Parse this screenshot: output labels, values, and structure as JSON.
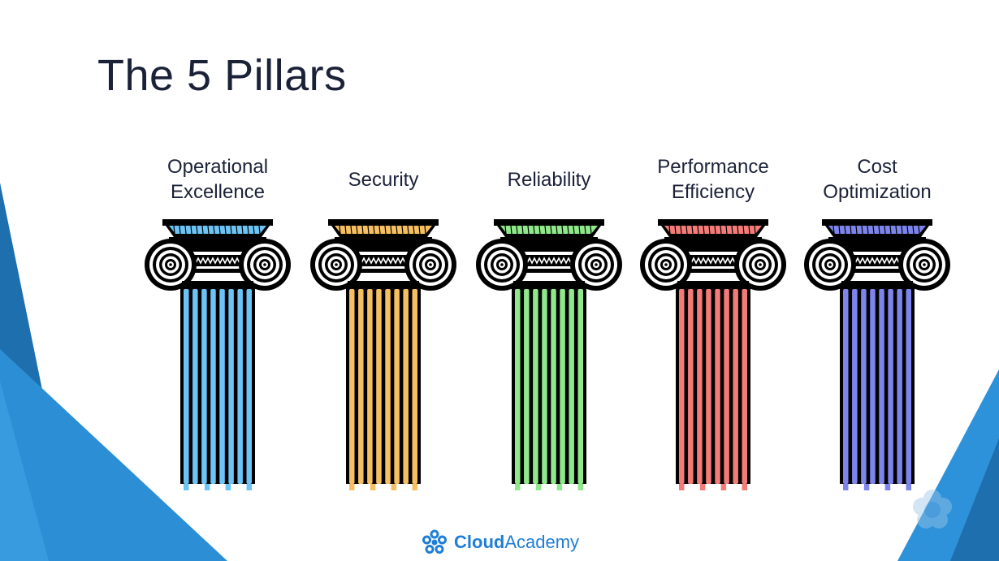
{
  "slide": {
    "title": "The 5 Pillars"
  },
  "pillars": [
    {
      "label": "Operational\nExcellence",
      "color": "#6cc3f5"
    },
    {
      "label": "Security",
      "color": "#f6bf62"
    },
    {
      "label": "Reliability",
      "color": "#8fe88a"
    },
    {
      "label": "Performance\nEfficiency",
      "color": "#f57b78"
    },
    {
      "label": "Cost\nOptimization",
      "color": "#7d84ec"
    }
  ],
  "brand": {
    "name_bold": "Cloud",
    "name_rest": "Academy",
    "logo_icon": "cloudacademy-logo-icon",
    "logo_color": "#1f7ed6",
    "watermark_icon": "cloudacademy-watermark-icon"
  },
  "theme": {
    "background": "#ffffff",
    "accent_dark": "#1d6fae",
    "accent_light": "#3ea0e3",
    "text": "#1b2238"
  }
}
